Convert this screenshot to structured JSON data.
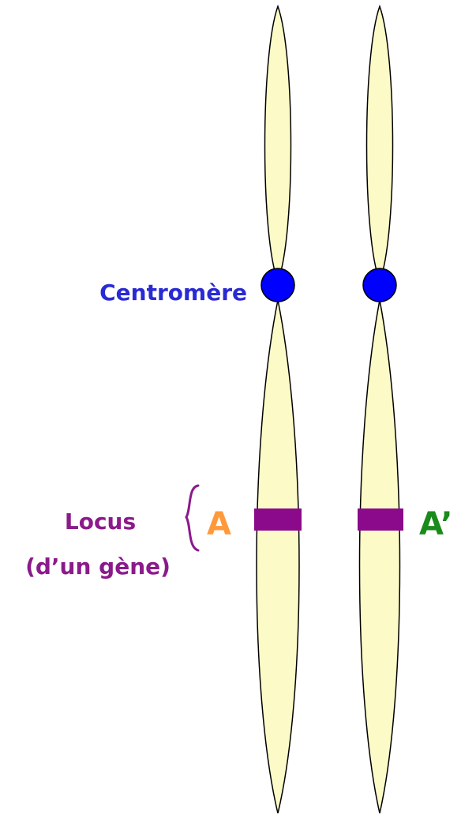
{
  "labels": {
    "centromere": "Centromère",
    "locus_line1": "Locus",
    "locus_line2": "(d’un gène)",
    "allele_left": "A",
    "allele_right": "A’"
  },
  "colors": {
    "chromatid_fill": "#fcfbc8",
    "chromatid_stroke": "#000000",
    "centromere": "#0000ff",
    "locus_band": "#8b0a8b",
    "centromere_label": "#2a2ad4",
    "locus_label": "#8b1a8b",
    "allele_left": "#ff9a3c",
    "allele_right": "#1a8a1a"
  }
}
